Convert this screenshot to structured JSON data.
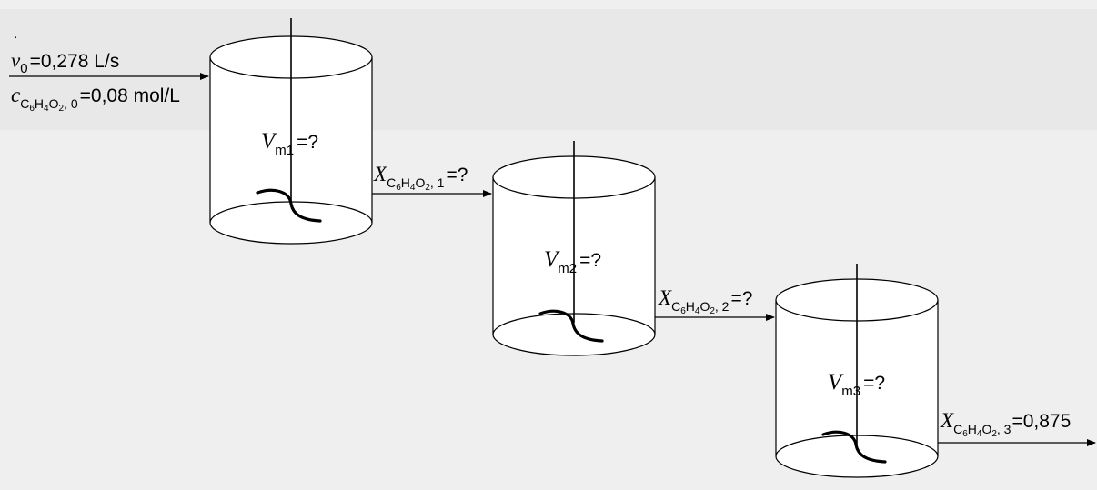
{
  "inlet": {
    "flow_symbol": "v",
    "flow_subscript": "0",
    "flow_value": "=0,278  L/s",
    "conc_symbol": "c",
    "conc_species": "C6H4O2",
    "conc_index": ", 0",
    "conc_value": "=0,08 mol/L"
  },
  "species": {
    "c": "C",
    "c_count": "6",
    "h": "H",
    "h_count": "4",
    "o": "O",
    "o_count": "2"
  },
  "reactors": [
    {
      "symbol": "V",
      "subscript": "m1",
      "value": "=?"
    },
    {
      "symbol": "V",
      "subscript": "m2",
      "value": "=?"
    },
    {
      "symbol": "V",
      "subscript": "m3",
      "value": "=?"
    }
  ],
  "conversions": [
    {
      "symbol": "X",
      "index": ", 1",
      "value": "=?"
    },
    {
      "symbol": "X",
      "index": ", 2",
      "value": "=?"
    },
    {
      "symbol": "X",
      "index": ", 3",
      "value": "=0,875"
    }
  ],
  "colors": {
    "background_band": "#e8e8e8",
    "background_lower": "#efefef",
    "tank_fill": "#ffffff",
    "line": "#000000"
  }
}
